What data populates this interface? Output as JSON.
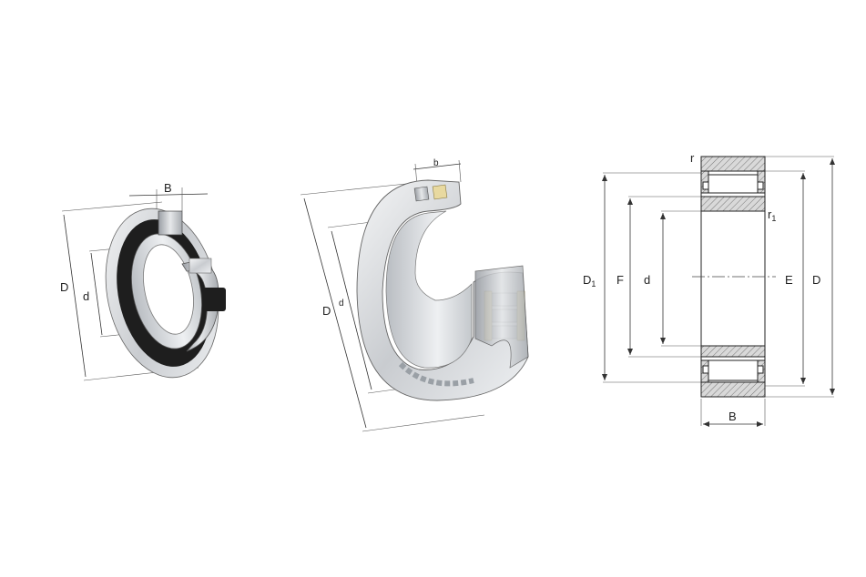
{
  "figure_left": {
    "labels": {
      "width": "B",
      "outer_diameter": "D",
      "bore": "d"
    }
  },
  "figure_middle": {
    "labels": {
      "width": "b",
      "outer_diameter": "D",
      "bore": "d"
    }
  },
  "figure_right": {
    "labels": {
      "corner_radius": "r",
      "corner_radius_1": "r",
      "corner_radius_1_sub": "1",
      "shoulder_diameter": "D",
      "shoulder_diameter_sub": "1",
      "raceway_f": "F",
      "bore": "d",
      "raceway_e": "E",
      "outer_diameter": "D",
      "width": "B"
    }
  },
  "colors": {
    "ring_silver": "#d8dadc",
    "seal_black": "#1e1e1e",
    "cage_brass": "#e8d9a0",
    "hatch": "#888888"
  }
}
